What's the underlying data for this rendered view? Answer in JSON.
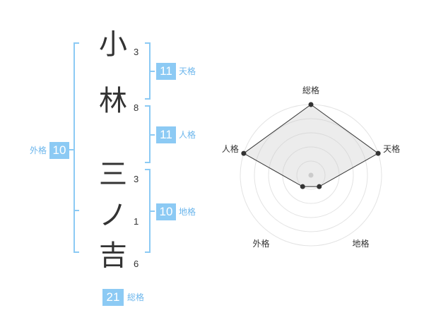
{
  "name": {
    "chars": [
      {
        "char": "小",
        "strokes": "3"
      },
      {
        "char": "林",
        "strokes": "8"
      },
      {
        "char": "三",
        "strokes": "3"
      },
      {
        "char": "ノ",
        "strokes": "1"
      },
      {
        "char": "吉",
        "strokes": "6"
      }
    ]
  },
  "fortunes": {
    "tenkaku": {
      "value": "11",
      "label": "天格"
    },
    "jinkaku": {
      "value": "11",
      "label": "人格"
    },
    "chikaku": {
      "value": "10",
      "label": "地格"
    },
    "gaikaku": {
      "value": "10",
      "label": "外格"
    },
    "soukaku": {
      "value": "21",
      "label": "総格"
    }
  },
  "colors": {
    "accent": "#8ccaf4",
    "accent_text": "#6cb6ec",
    "bracket": "#8ccaf4"
  },
  "chart_data": {
    "type": "radar",
    "axes": [
      "総格",
      "天格",
      "地格",
      "外格",
      "人格"
    ],
    "values": [
      5,
      5,
      1,
      1,
      5
    ],
    "max": 5
  }
}
